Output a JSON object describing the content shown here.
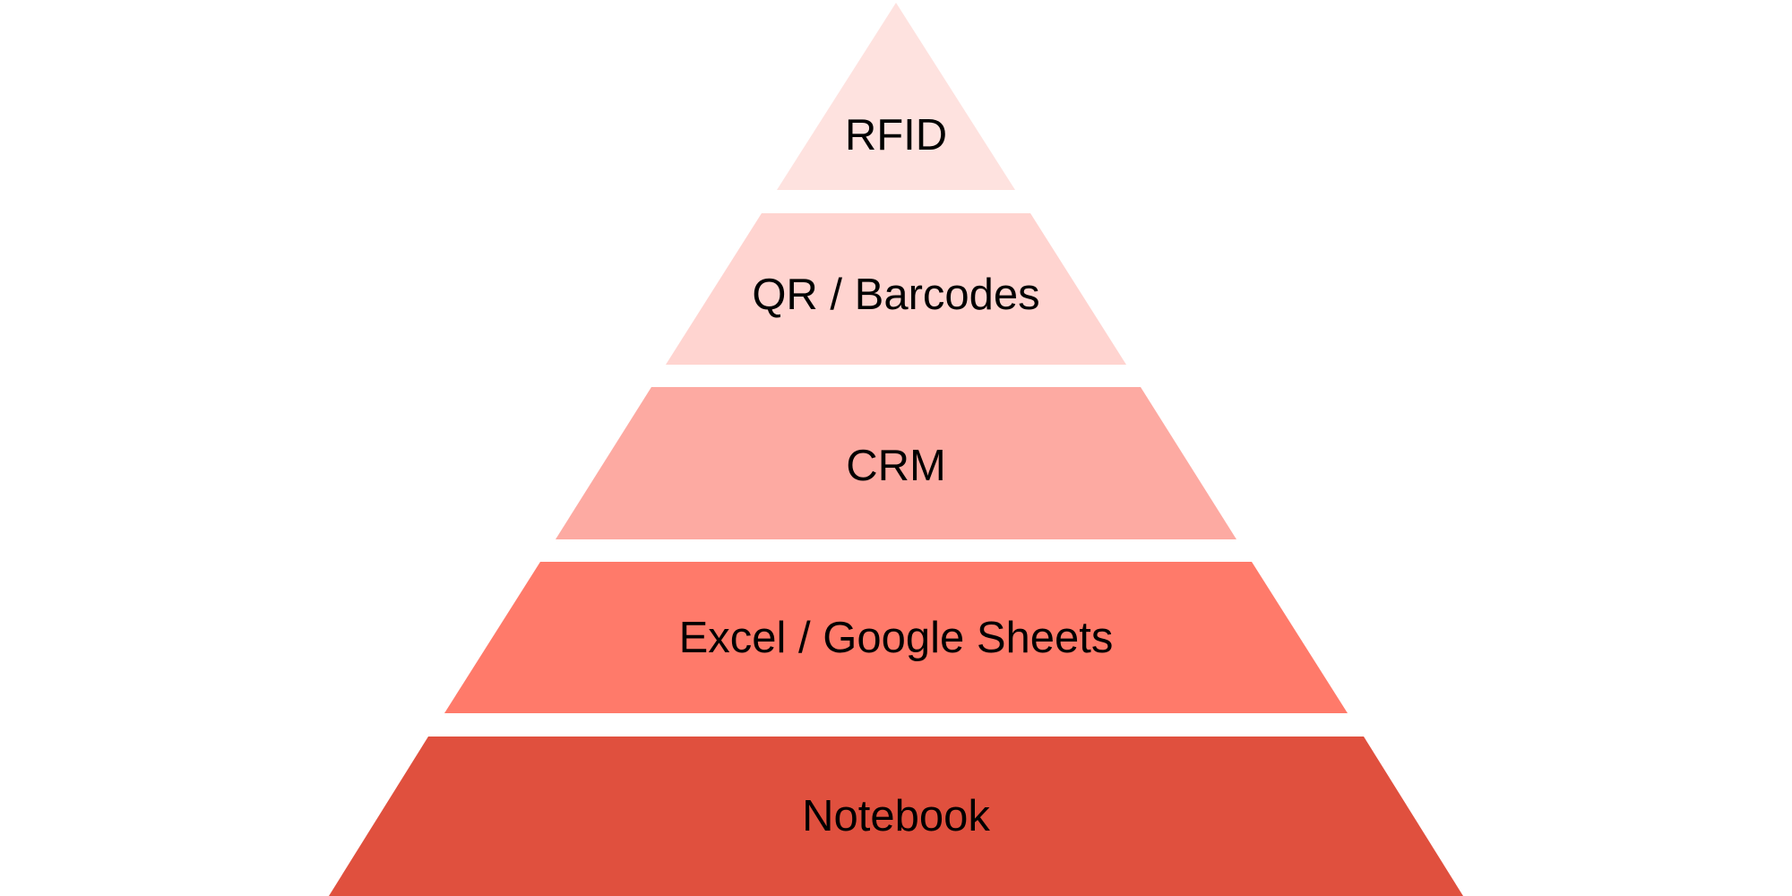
{
  "diagram": {
    "type": "pyramid",
    "layers": [
      {
        "label": "RFID",
        "color": "#FEE2DF"
      },
      {
        "label": "QR / Barcodes",
        "color": "#FFD4D0"
      },
      {
        "label": "CRM",
        "color": "#FDAAA2"
      },
      {
        "label": "Excel / Google Sheets",
        "color": "#FF7A6A"
      },
      {
        "label": "Notebook",
        "color": "#E0503E"
      }
    ]
  }
}
